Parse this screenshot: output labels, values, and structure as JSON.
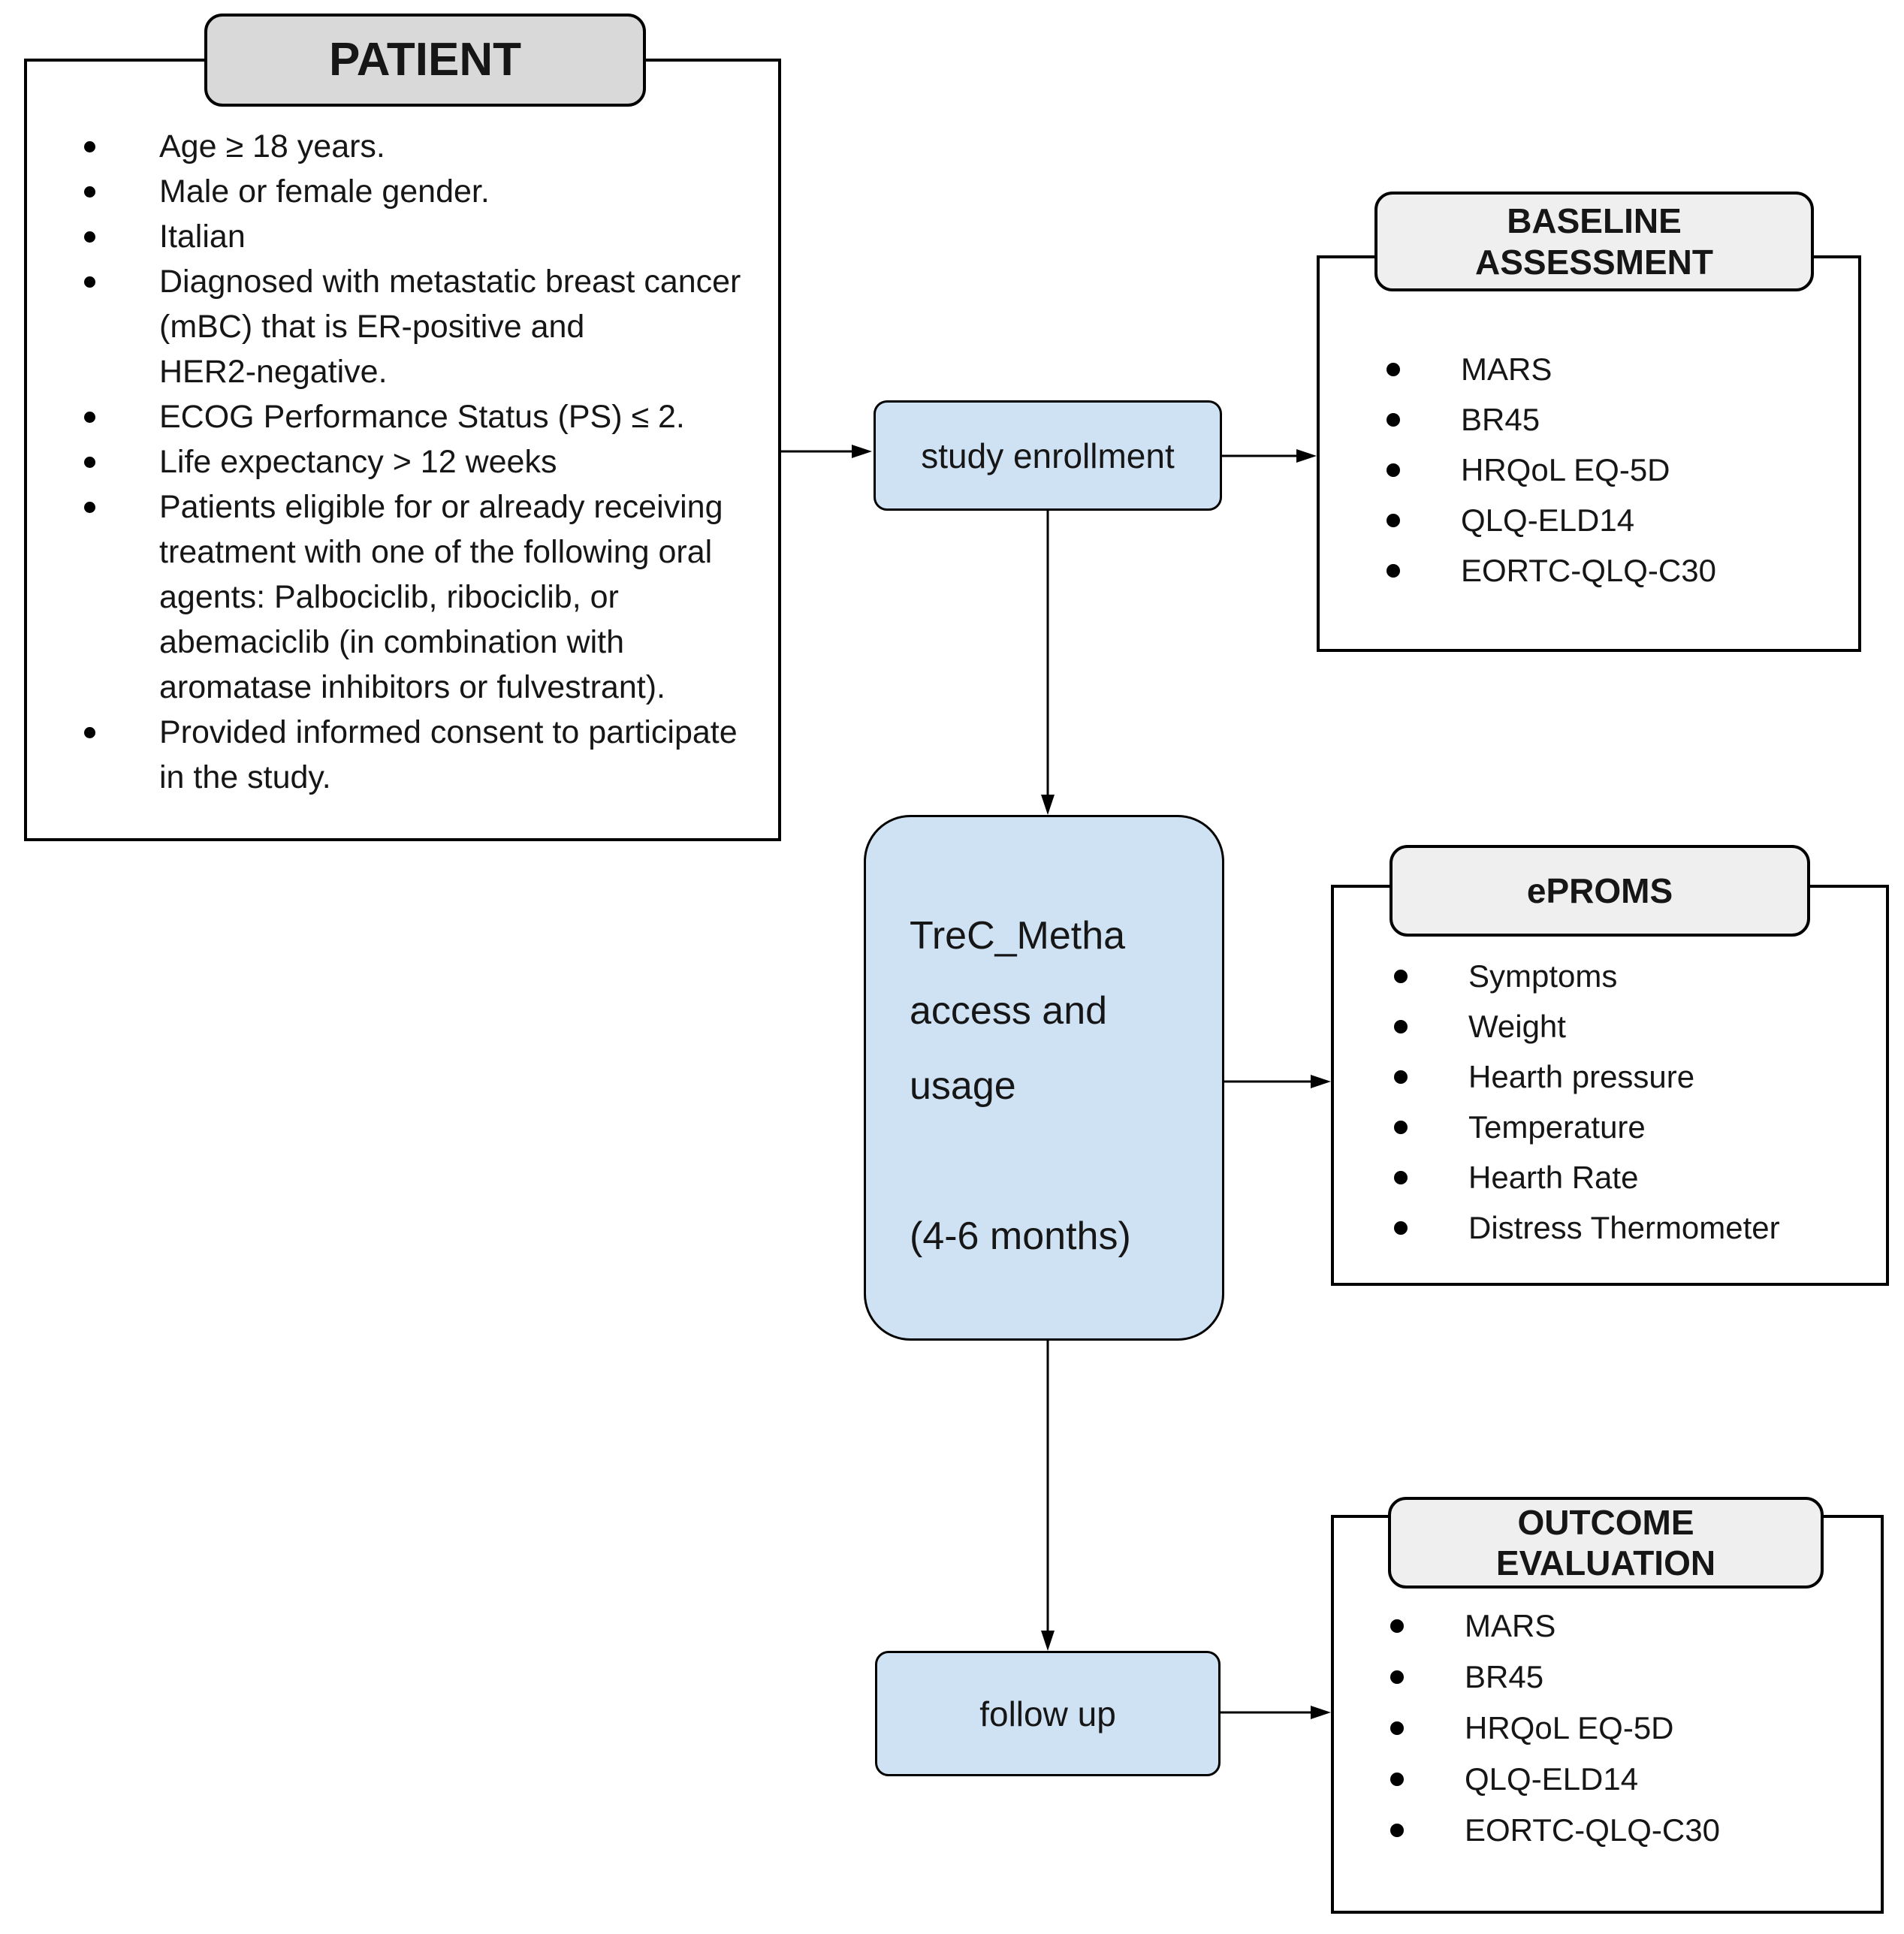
{
  "patient": {
    "title": "PATIENT",
    "items": [
      "Age ≥ 18 years.",
      "Male or female gender.",
      "Italian",
      "Diagnosed with metastatic breast cancer\n(mBC) that is ER-positive and\nHER2-negative.",
      "ECOG Performance Status (PS) ≤ 2.",
      "Life expectancy > 12 weeks",
      "Patients eligible for or already receiving\ntreatment with one of the following oral\nagents: Palbociclib, ribociclib, or\nabemaciclib (in combination with\naromatase inhibitors or fulvestrant).",
      "Provided informed consent to participate\nin the study."
    ]
  },
  "flow": {
    "study_enrollment": "study enrollment",
    "trec_lines": [
      "TreC_Metha",
      "access and",
      "usage",
      "",
      "(4-6 months)"
    ],
    "follow_up": "follow up"
  },
  "baseline_assessment": {
    "title": "BASELINE\nASSESSMENT",
    "items": [
      "MARS",
      "BR45",
      "HRQoL EQ-5D",
      "QLQ-ELD14",
      "EORTC-QLQ-C30"
    ]
  },
  "eproms": {
    "title": "ePROMS",
    "items": [
      "Symptoms",
      "Weight",
      "Hearth pressure",
      "Temperature",
      "Hearth Rate",
      "Distress Thermometer"
    ]
  },
  "outcome_evaluation": {
    "title": "OUTCOME\nEVALUATION",
    "items": [
      "MARS",
      "BR45",
      "HRQoL EQ-5D",
      "QLQ-ELD14",
      "EORTC-QLQ-C30"
    ]
  },
  "colors": {
    "process_fill": "#cfe2f3",
    "patient_header_fill": "#d9d9d9",
    "section_header_fill": "#efefef",
    "border": "#000000"
  }
}
